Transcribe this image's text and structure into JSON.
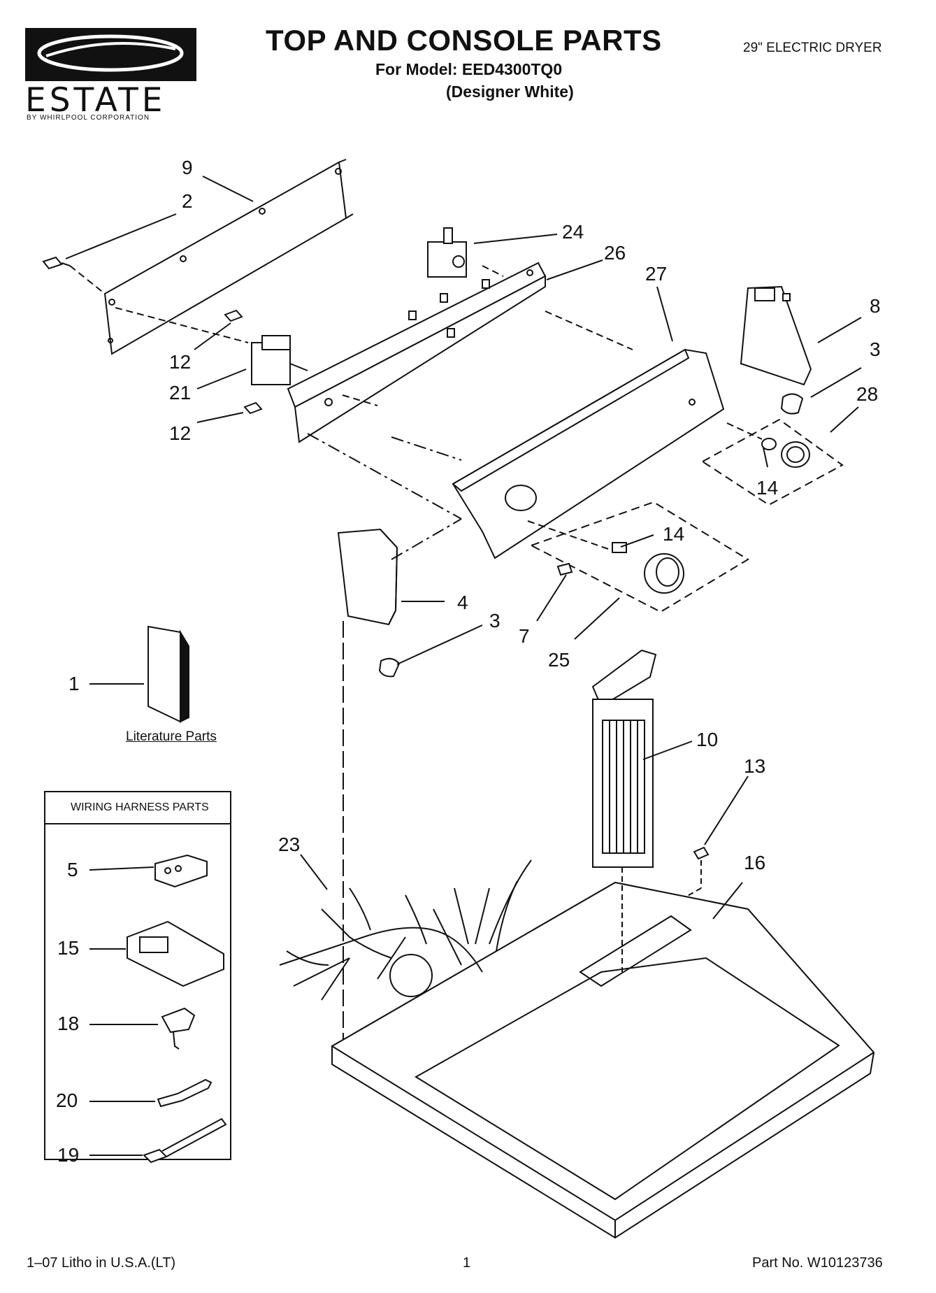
{
  "header": {
    "title": "TOP AND CONSOLE PARTS",
    "model": "For Model: EED4300TQ0",
    "variant": "(Designer White)",
    "product": "29\" ELECTRIC DRYER"
  },
  "brand": {
    "name": "ESTATE",
    "subline": "BY WHIRLPOOL CORPORATION"
  },
  "literature_label": "Literature Parts",
  "wiring_box_title": "WIRING HARNESS PARTS",
  "callouts": {
    "c9": "9",
    "c2": "2",
    "c24": "24",
    "c26": "26",
    "c27": "27",
    "c8": "8",
    "c3a": "3",
    "c28": "28",
    "c12a": "12",
    "c21": "21",
    "c12b": "12",
    "c14a": "14",
    "c14b": "14",
    "c4": "4",
    "c3b": "3",
    "c7": "7",
    "c25": "25",
    "c1": "1",
    "c10": "10",
    "c13": "13",
    "c23": "23",
    "c16": "16",
    "c5": "5",
    "c15": "15",
    "c18": "18",
    "c20": "20",
    "c19": "19"
  },
  "footer": {
    "litho": "1–07 Litho in U.S.A.(LT)",
    "page": "1",
    "part_no": "Part No. W10123736"
  }
}
